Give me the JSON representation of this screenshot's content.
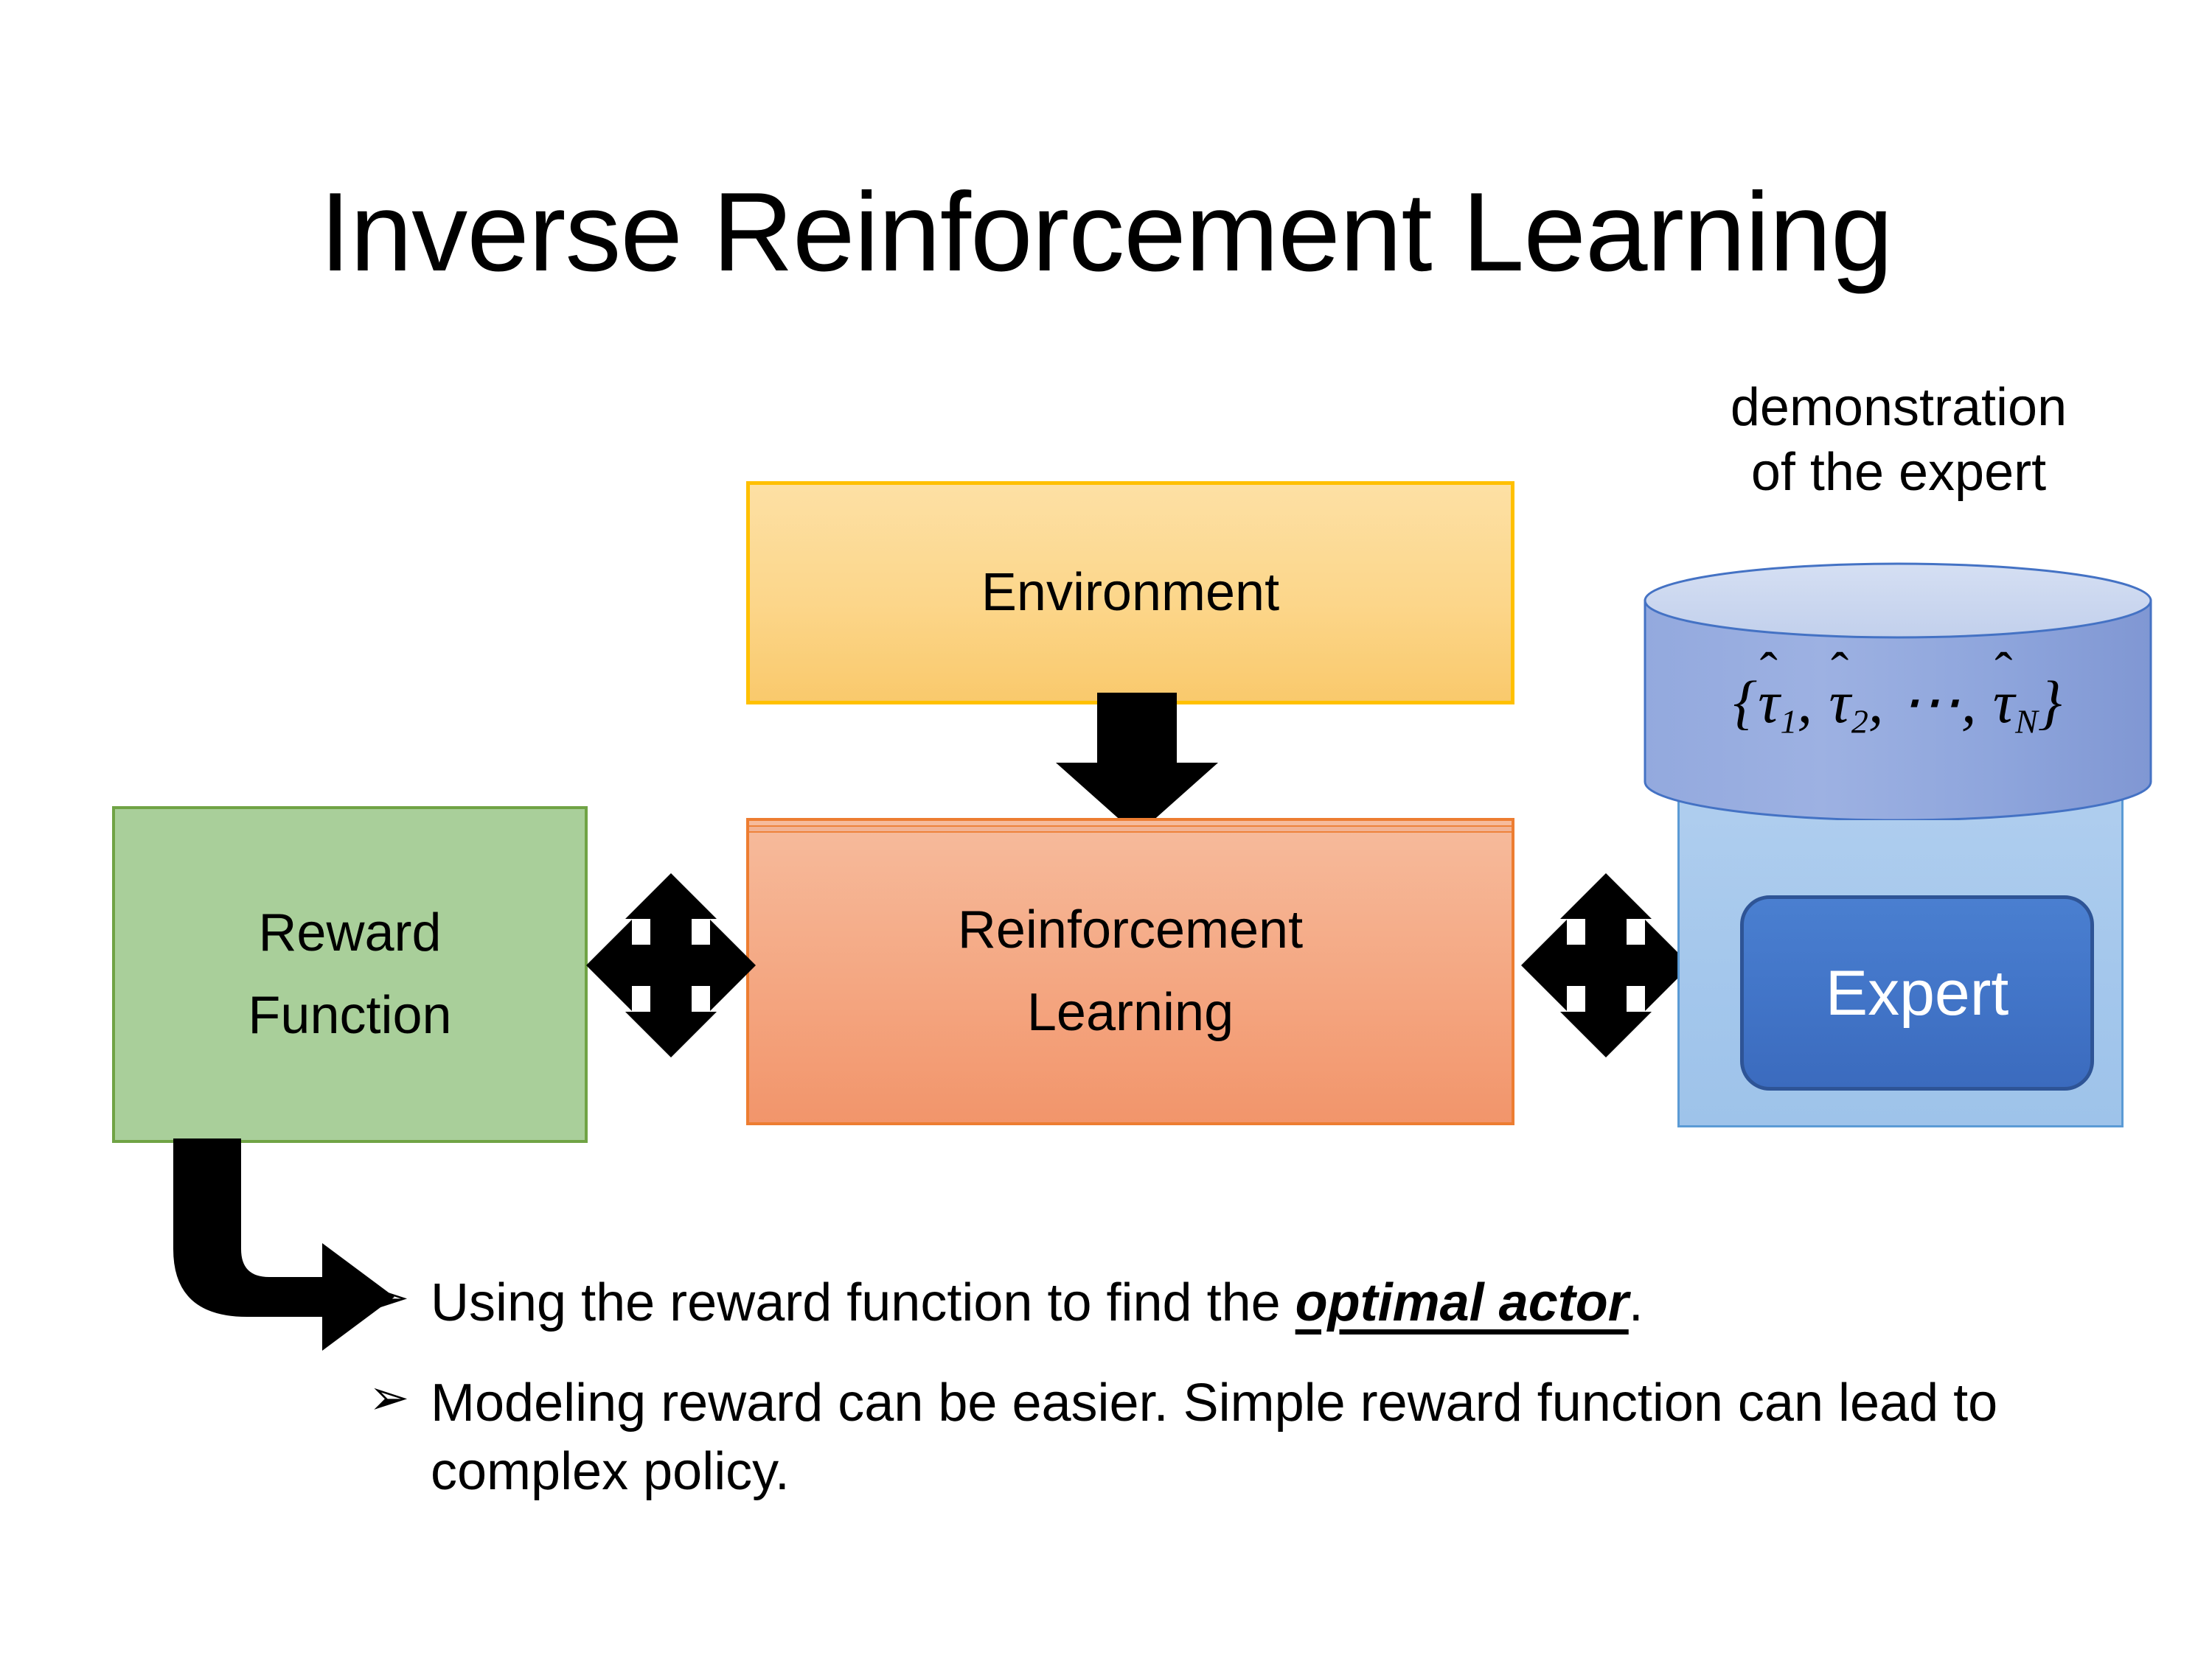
{
  "slide": {
    "title": "Inverse Reinforcement Learning"
  },
  "diagram": {
    "environment": {
      "label": "Environment",
      "fill": "#fcd68a",
      "border": "#ffc000"
    },
    "reinforcement_learning": {
      "label_line1": "Reinforcement",
      "label_line2": "Learning",
      "fill": "#f4ae8b",
      "border": "#ed7d31"
    },
    "reward_function": {
      "label_line1": "Reward",
      "label_line2": "Function",
      "fill": "#a9cf9a",
      "border": "#70a345"
    },
    "demonstration": {
      "caption_line1": "demonstration",
      "caption_line2": "of the expert",
      "formula": "{τ̂1, τ̂2, ⋯, τ̂N}",
      "formula_parts": {
        "open_brace": "{",
        "tau": "τ",
        "hat": "̂",
        "sub1": "1",
        "sub2": "2",
        "subN": "N",
        "ellipsis": "⋯",
        "comma": ",",
        "close_brace": "}"
      },
      "cylinder_fill": "#8ea5dc",
      "cylinder_top_fill": "#ccd8f0",
      "cylinder_stroke": "#4472c4"
    },
    "expert_panel": {
      "fill": "#a4c7ec",
      "border": "#5b9bd5"
    },
    "expert": {
      "label": "Expert",
      "fill": "#4275c8",
      "border": "#2e5496",
      "text_color": "#ffffff"
    },
    "arrows": {
      "env_to_rl": "down-arrow",
      "reward_rl": "quad-arrow",
      "rl_expert": "quad-arrow",
      "reward_to_bullets": "elbow-arrow",
      "color": "#000000"
    }
  },
  "bullets": [
    {
      "marker": "➢",
      "text_before": "Using the reward function to find the ",
      "emphasis": "optimal actor",
      "text_after": "."
    },
    {
      "marker": "➢",
      "text_before": "Modeling reward can be easier. Simple reward function can lead to complex policy.",
      "emphasis": "",
      "text_after": ""
    }
  ]
}
